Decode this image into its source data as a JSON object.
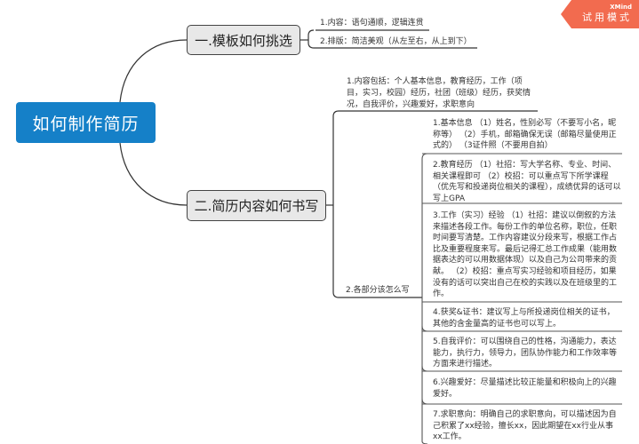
{
  "watermark": {
    "brand": "XMind",
    "mode": "试用模式",
    "color": "#f26b4f"
  },
  "root": {
    "label": "如何制作简历",
    "color": "#1580c8"
  },
  "topics": [
    {
      "label": "一.模板如何挑选",
      "children": [
        {
          "label": "1.内容：语句通顺，逻辑连贯"
        },
        {
          "label": "2.排版：简洁美观（从左至右，从上到下）"
        }
      ]
    },
    {
      "label": "二.简历内容如何书写",
      "children": [
        {
          "label": "1.内容包括：个人基本信息，教育经历，工作（项目，实习，校园）经历，社团（班级）经历，获奖情况，自我评价，兴趣爱好，求职意向"
        },
        {
          "label": "2.各部分该怎么写",
          "children": [
            {
              "label": "1.基本信息 （1）姓名，性别必写（不要写小名，昵称等） （2）手机，邮箱确保无误（邮箱尽量使用正式的） （3证件照（不要用自拍）"
            },
            {
              "label": "2.教育经历 （1）社招：写大学名称、专业、时间、相关课程即可 （2）校招：可以重点写下所学课程（优先写和投递岗位相关的课程），成绩优异的话可以写上GPA"
            },
            {
              "label": "3.工作（实习）经验 （1）社招：建议以倒叙的方法来描述各段工作。每份工作的单位名称，职位，任职时间要写清楚。工作内容建议分段来写，根据工作占比及重要程度来写。最后记得汇总工作成果（能用数据表达的可以用数据体现）以及自己为公司带来的贡献。 （2）校招：重点写实习经验和项目经历，如果没有的话可以突出自己在校的实践以及在班级里的工作。"
            },
            {
              "label": "4.获奖&证书：建议写上与所投递岗位相关的证书，其他的含金量高的证书也可以写上。"
            },
            {
              "label": "5.自我评价：可以围绕自己的性格，沟通能力，表达能力，执行力，领导力，团队协作能力和工作效率等方面来进行描述。"
            },
            {
              "label": "6.兴趣爱好：尽量描述比较正能量和积极向上的兴趣爱好。"
            },
            {
              "label": "7.求职意向：明确自己的求职意向，可以描述因为自己积累了xx经验，擅长xx，因此期望在xx行业从事xx工作。"
            }
          ]
        }
      ]
    }
  ]
}
